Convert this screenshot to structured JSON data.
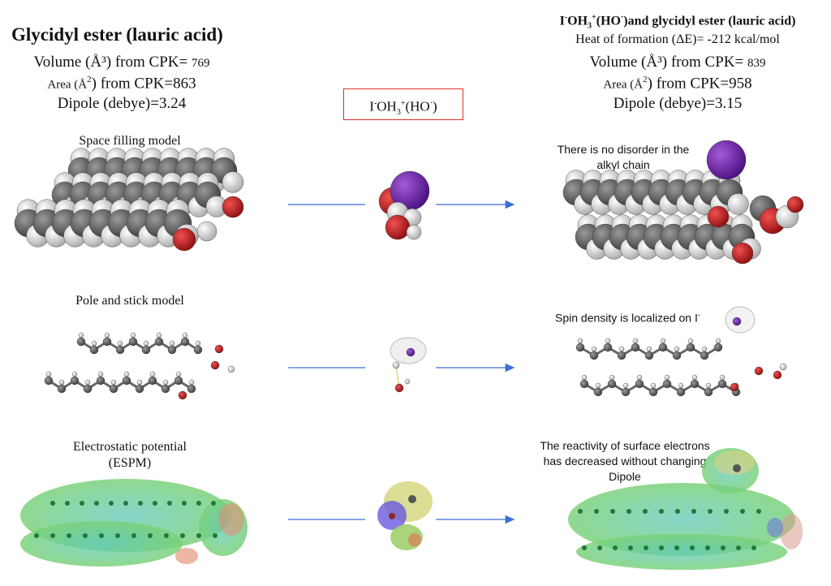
{
  "left": {
    "title": "Glycidyl ester (lauric acid)",
    "volume_label": "Volume (Å³) from CPK= ",
    "volume_value": "769",
    "area_label_a": "Area (Å",
    "area_sup": "2",
    "area_label_b": ") from CPK=863",
    "dipole": "Dipole (debye)=3.24",
    "space_filling_label": "Space filling model",
    "pole_stick_label": "Pole and stick model",
    "espm_label_1": "Electrostatic potential",
    "espm_label_2": "(ESPM)"
  },
  "middle": {
    "box_pre": "I",
    "box_sup1": "-",
    "box_main": "OH",
    "box_sub": "3",
    "box_sup2": "+",
    "box_tail": "(HO",
    "box_sup3": "·",
    "box_end": ")"
  },
  "right": {
    "title_pre": "I",
    "title_sup1": "-",
    "title_main": "OH",
    "title_sub": "3",
    "title_sup2": "+",
    "title_mid": "(HO",
    "title_sup3": "·",
    "title_end": ")and glycidyl ester (lauric acid)",
    "heat": "Heat of formation (ΔE)= -212 kcal/mol",
    "volume_label": "Volume (Å³) from CPK= ",
    "volume_value": "839",
    "area_label_a": "Area (Å",
    "area_sup": "2",
    "area_label_b": ") from CPK=958",
    "dipole": "Dipole (debye)=3.15",
    "note_disorder_1": "There is no disorder in the",
    "note_disorder_2": "alkyl chain",
    "note_spin": "Spin density is localized on I",
    "note_spin_sup": "-",
    "note_react_1": "The reactivity of surface electrons",
    "note_react_2": "has decreased without changing",
    "note_react_3": "Dipole"
  },
  "colors": {
    "arrow": "#3c6fd6",
    "box_border": "#d9312b",
    "carbon": "#5a5a5a",
    "hydrogen": "#e6e6e6",
    "oxygen": "#c81e1e",
    "iodine": "#6a1fa8",
    "esp_green": "#7fd36a",
    "esp_teal": "#5ec8b8"
  }
}
